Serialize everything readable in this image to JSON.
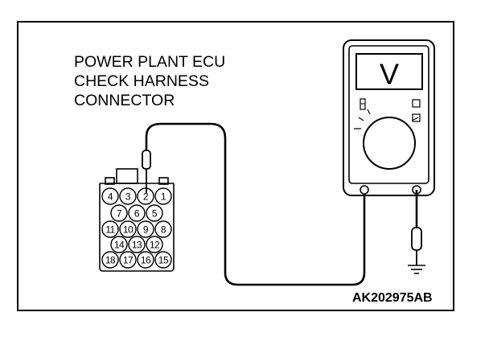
{
  "diagram": {
    "title_lines": [
      "POWER PLANT ECU",
      "CHECK HARNESS",
      "CONNECTOR"
    ],
    "figure_code": "AK202975AB",
    "connector_pins": {
      "row1": [
        "4",
        "3",
        "2",
        "1"
      ],
      "row2": [
        "7",
        "6",
        "5"
      ],
      "row3": [
        "11",
        "10",
        "9",
        "8"
      ],
      "row4": [
        "14",
        "13",
        "12"
      ],
      "row5": [
        "18",
        "17",
        "16",
        "15"
      ]
    },
    "meter_mode_symbol": "V"
  }
}
